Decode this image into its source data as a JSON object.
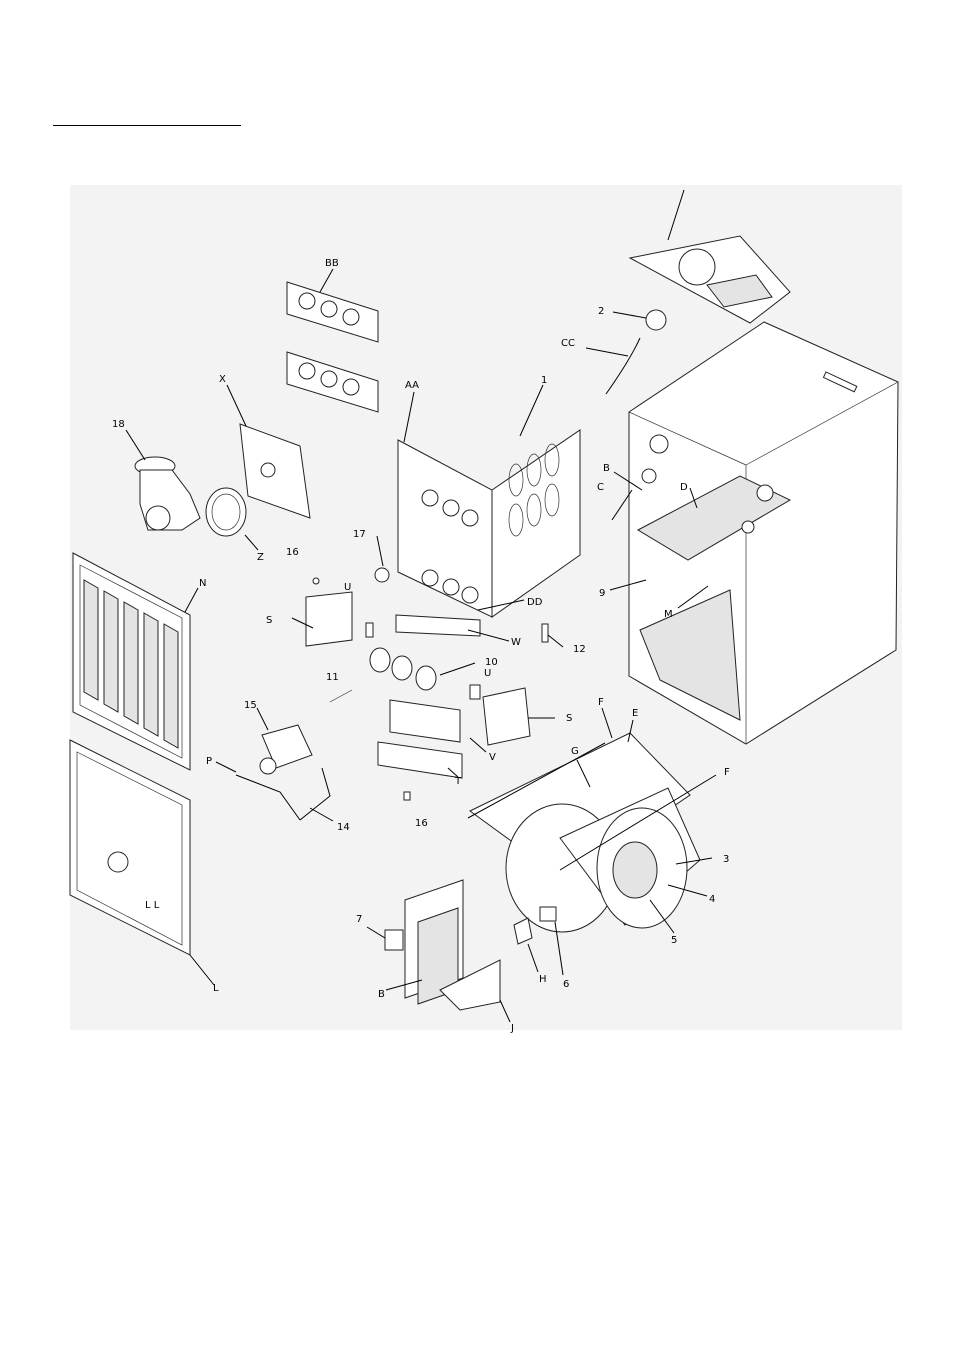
{
  "labels": {
    "BB": "BB",
    "X": "X",
    "AA": "AA",
    "n1": "1",
    "n2": "2",
    "CC": "CC",
    "n18": "18",
    "B_top": "B",
    "C": "C",
    "D": "D",
    "Z": "Z",
    "n17": "17",
    "n16_top": "16",
    "U_top": "U",
    "N": "N",
    "S_left": "S",
    "DD": "DD",
    "n9": "9",
    "M": "M",
    "W": "W",
    "n12": "12",
    "n10": "10",
    "n11": "11",
    "U_right": "U",
    "S_right": "S",
    "n15": "15",
    "F_top": "F",
    "E": "E",
    "P": "P",
    "G": "G",
    "V": "V",
    "F_right": "F",
    "T": "T",
    "n14": "14",
    "n16_bottom": "16",
    "n3": "3",
    "n4": "4",
    "LL": "L L",
    "n5": "5",
    "n7": "7",
    "H": "H",
    "n6": "6",
    "B_bottom": "B",
    "L": "L",
    "J": "J"
  }
}
